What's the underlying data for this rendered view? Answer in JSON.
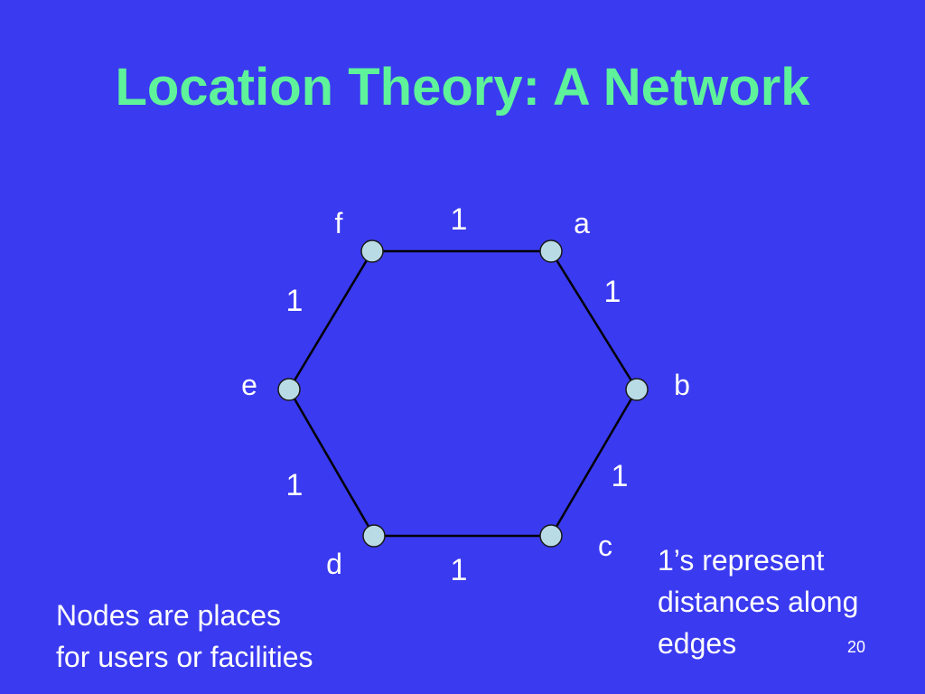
{
  "slide": {
    "title": "Location Theory: A Network",
    "page_number": "20",
    "colors": {
      "background": "#3a3af0",
      "title": "#5ef29a",
      "node_fill": "#b9dbe6",
      "edge": "#000000",
      "text": "#ffffff"
    }
  },
  "network": {
    "nodes": [
      {
        "id": "a",
        "label": "a"
      },
      {
        "id": "b",
        "label": "b"
      },
      {
        "id": "c",
        "label": "c"
      },
      {
        "id": "d",
        "label": "d"
      },
      {
        "id": "e",
        "label": "e"
      },
      {
        "id": "f",
        "label": "f"
      }
    ],
    "edges": [
      {
        "from": "f",
        "to": "a",
        "weight": "1"
      },
      {
        "from": "a",
        "to": "b",
        "weight": "1"
      },
      {
        "from": "b",
        "to": "c",
        "weight": "1"
      },
      {
        "from": "c",
        "to": "d",
        "weight": "1"
      },
      {
        "from": "d",
        "to": "e",
        "weight": "1"
      },
      {
        "from": "e",
        "to": "f",
        "weight": "1"
      }
    ]
  },
  "notes": {
    "left": [
      "Nodes are places",
      "for users or facilities"
    ],
    "right": [
      "1’s represent",
      "distances along",
      "edges"
    ]
  }
}
